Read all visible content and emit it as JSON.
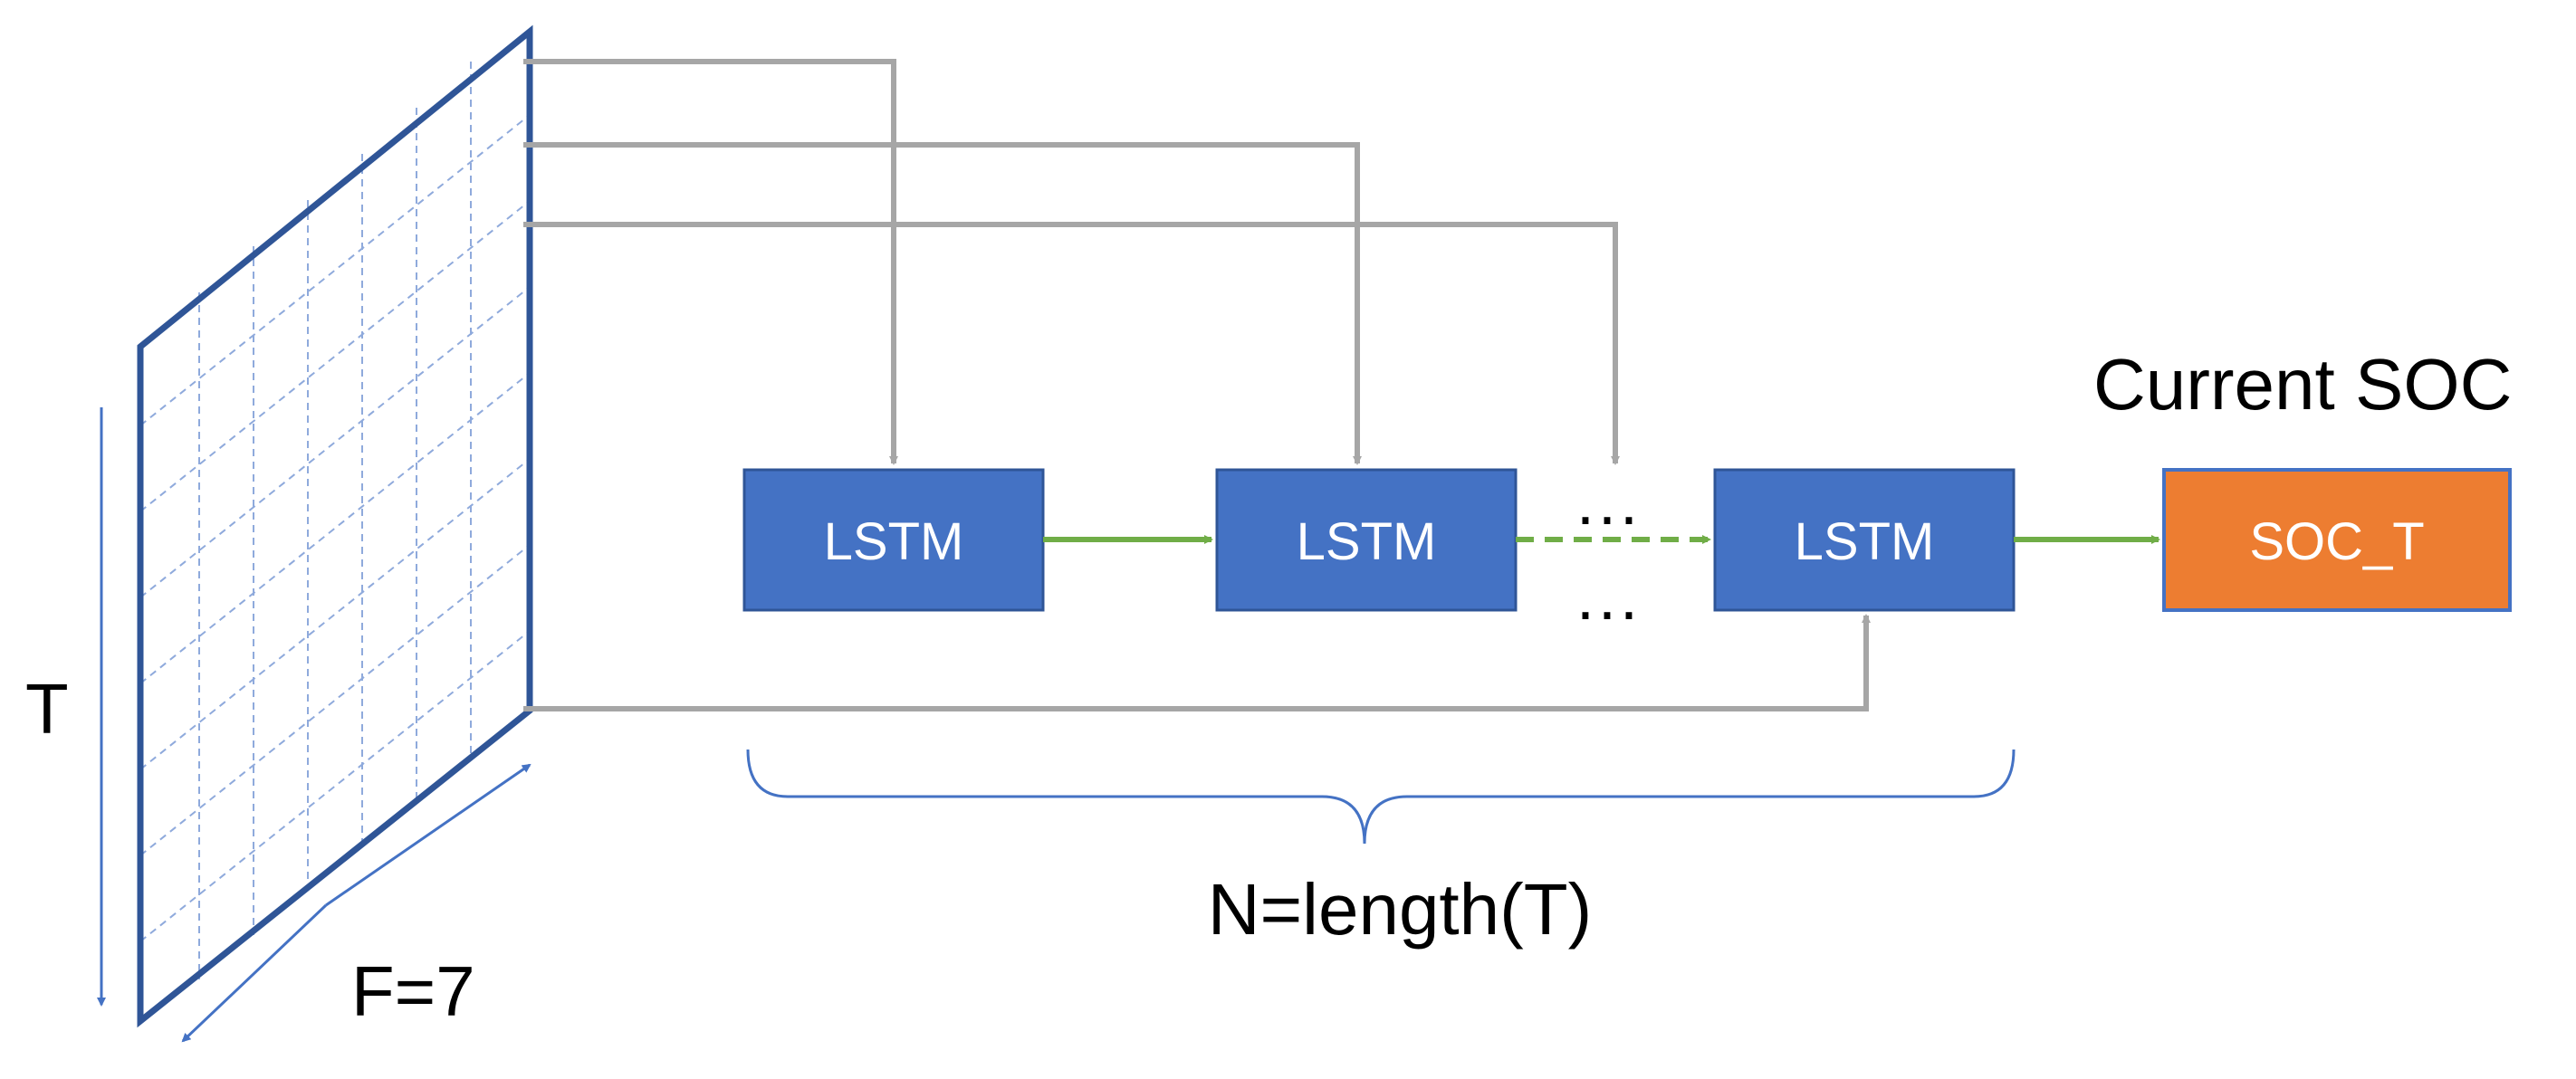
{
  "diagram": {
    "matrix": {
      "rows_label": "T",
      "cols_label": "F=7"
    },
    "blocks": [
      {
        "label": "LSTM"
      },
      {
        "label": "LSTM"
      },
      {
        "label": "LSTM"
      }
    ],
    "ellipsis_top": "···",
    "ellipsis_bottom": "···",
    "output": {
      "heading": "Current SOC",
      "label": "SOC_T"
    },
    "brace_label": "N=length(T)",
    "colors": {
      "lstm_fill": "#4472C4",
      "lstm_stroke": "#2F5597",
      "output_fill": "#ED7D31",
      "output_stroke": "#4472C4",
      "input_arrow": "#A6A6A6",
      "sequence_arrow": "#70AD47",
      "matrix_border": "#2F5597",
      "matrix_grid": "#8FAADC",
      "axis_arrow": "#4472C4"
    }
  }
}
